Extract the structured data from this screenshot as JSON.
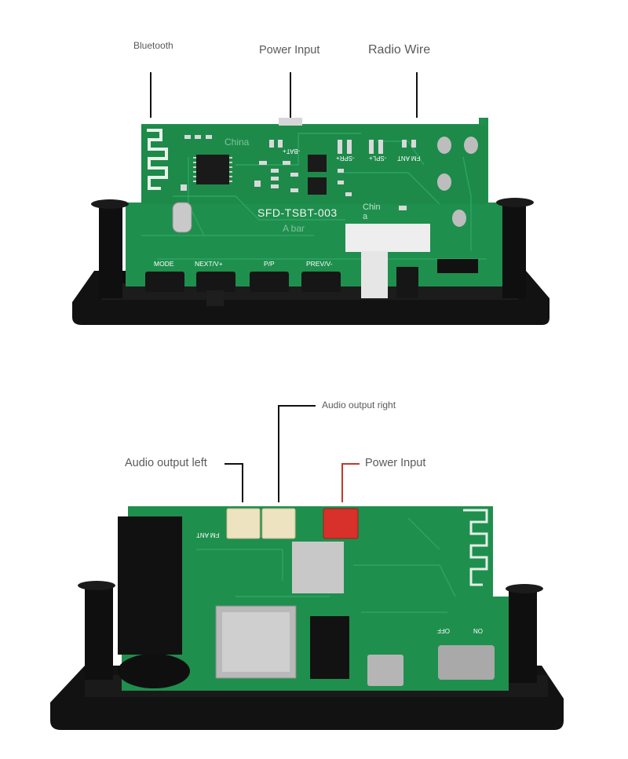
{
  "top_board": {
    "labels": {
      "bluetooth": "Bluetooth",
      "power_input": "Power Input",
      "radio_wire": "Radio Wire"
    },
    "silkscreen": {
      "model": "SFD-TSBT-003",
      "watermark_top": "China",
      "watermark_bottom": "A bar",
      "watermark_right": "Chin a",
      "bat": "-BAT+",
      "spk_r": "-SPR+",
      "spk_l": "-SPL+",
      "fm_ant": "FM ANT",
      "buttons": [
        "MODE",
        "NEXT/V+",
        "P/P",
        "PREV/V-"
      ]
    }
  },
  "bottom_board": {
    "labels": {
      "audio_left": "Audio output left",
      "audio_right": "Audio output right",
      "power_input": "Power Input"
    },
    "silkscreen": {
      "fm_ant": "FM ANT",
      "off": "OFF",
      "on": "ON"
    }
  },
  "colors": {
    "pcb_green": "#1f8f4e",
    "pcb_trace": "#2aa862",
    "bezel_black": "#141414",
    "connector_cream": "#eee3c0",
    "connector_red": "#d8302a"
  }
}
